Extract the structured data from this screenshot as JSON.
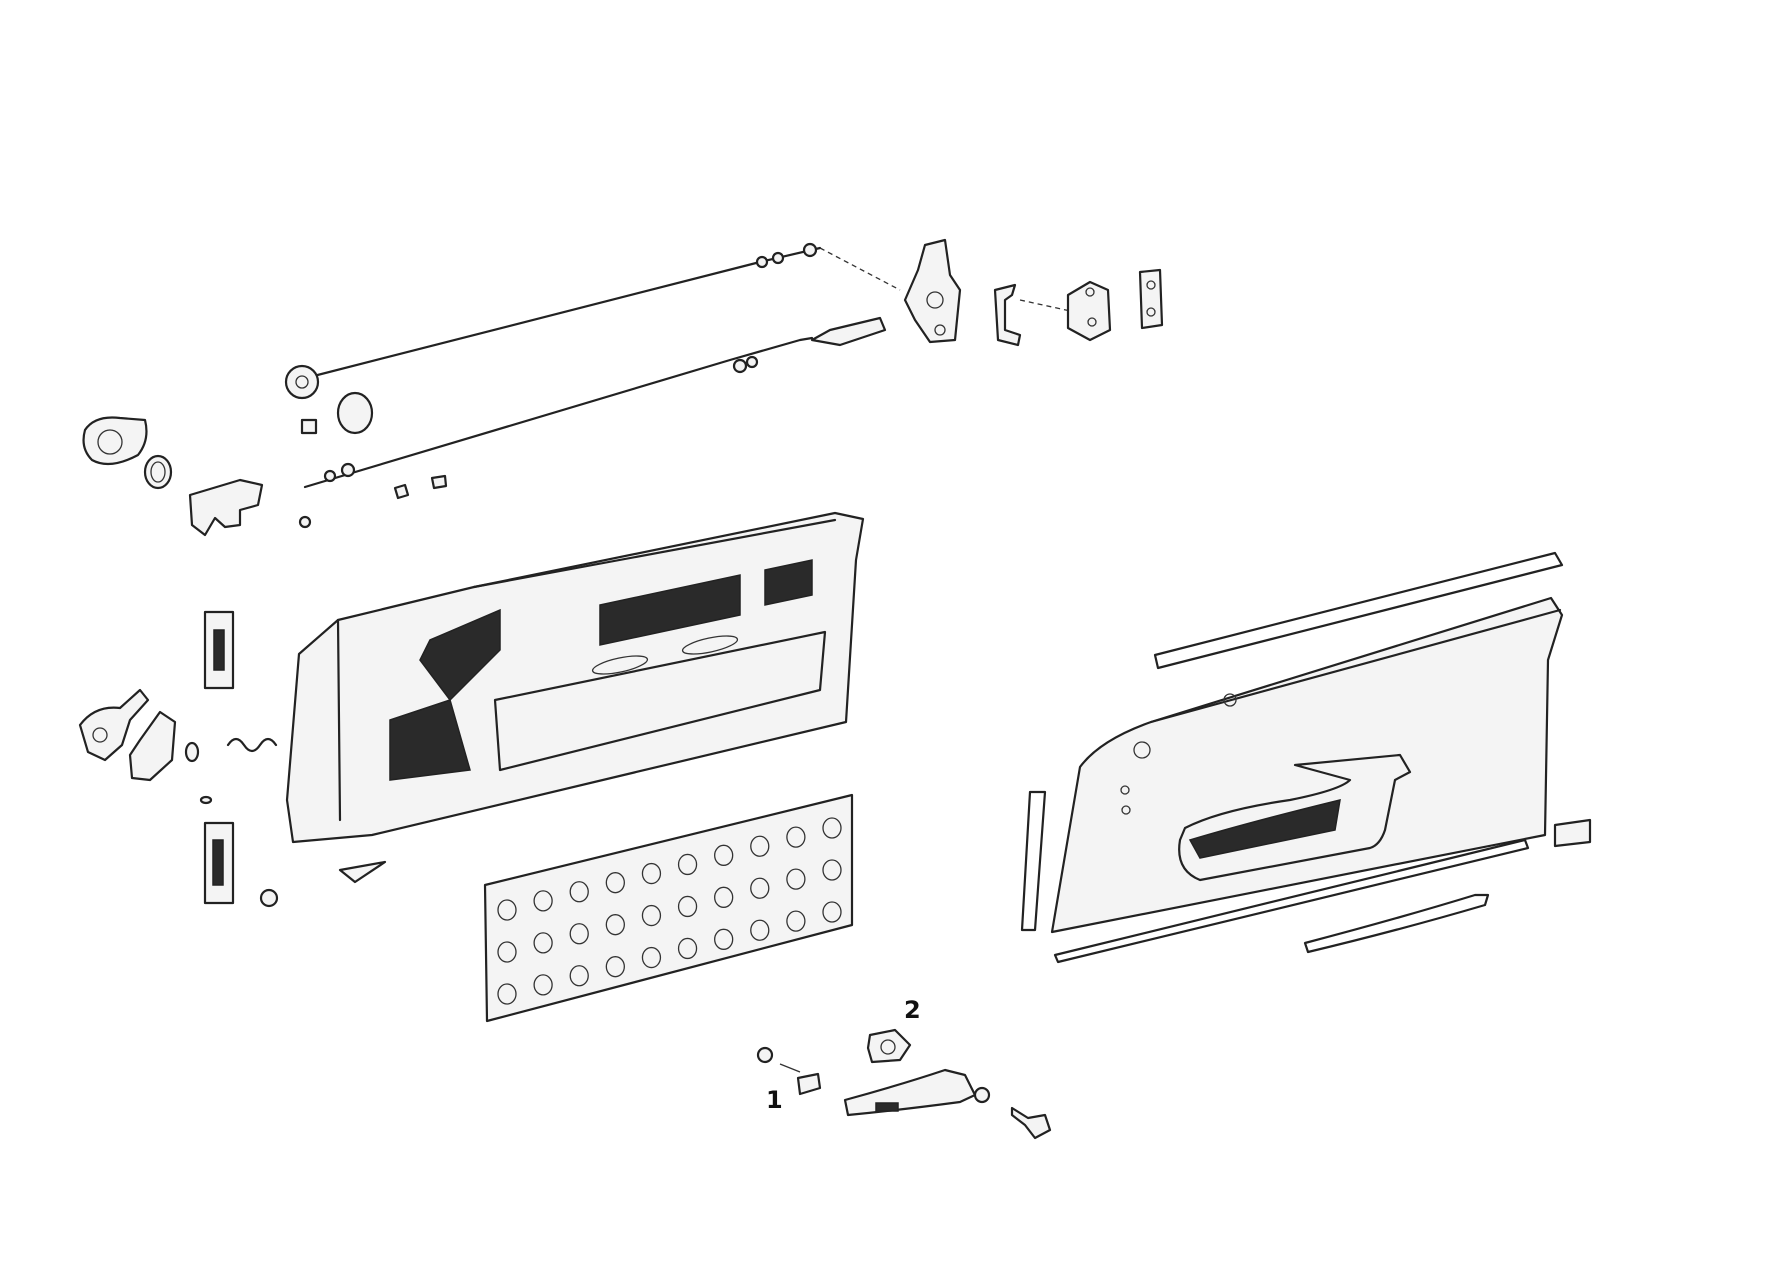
{
  "diagram": {
    "callouts": [
      {
        "id": "1",
        "label": "1"
      },
      {
        "id": "2",
        "label": "2"
      }
    ],
    "colors": {
      "line": "#222222",
      "background": "#ffffff",
      "shade": "#2a2a2a"
    }
  }
}
